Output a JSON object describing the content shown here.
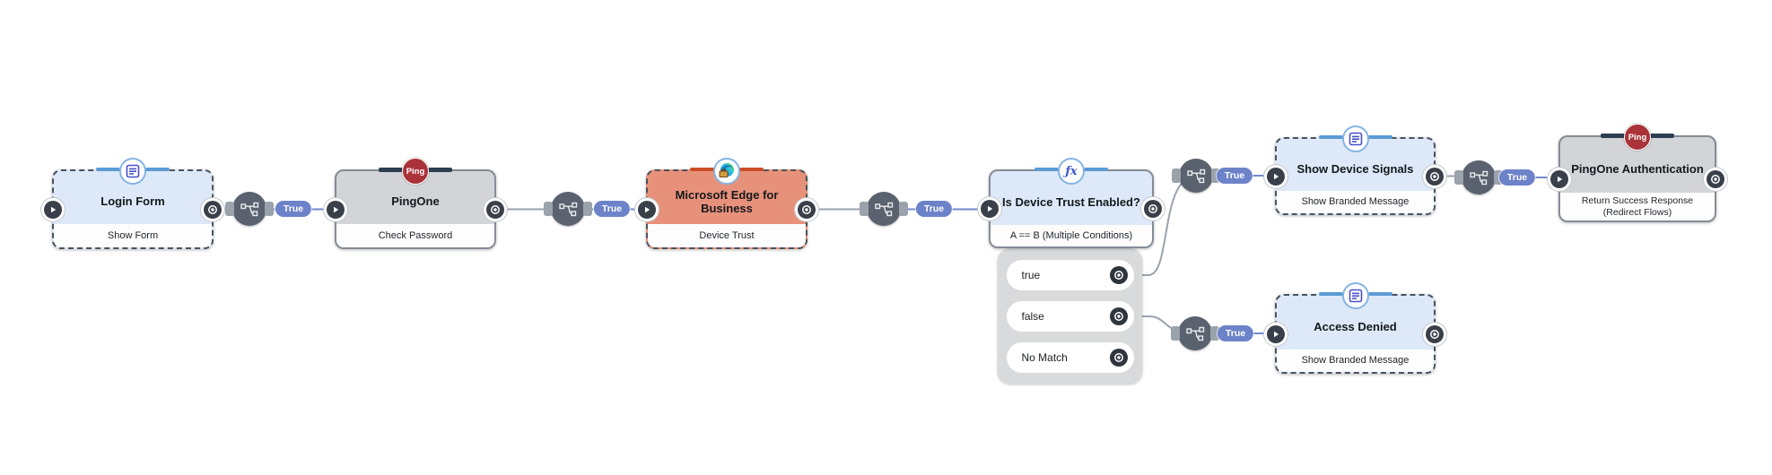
{
  "diagram": {
    "nodes": [
      {
        "title": "Login Form",
        "subtitle": "Show Form"
      },
      {
        "title": "PingOne",
        "subtitle": "Check Password",
        "icon_label": "Ping"
      },
      {
        "title": "Microsoft Edge for Business",
        "subtitle": "Device Trust"
      },
      {
        "title": "Is Device Trust Enabled?",
        "subtitle": "A == B (Multiple Conditions)",
        "icon_label": "ƒx"
      },
      {
        "title": "Show Device Signals",
        "subtitle": "Show Branded Message"
      },
      {
        "title": "PingOne Authentication",
        "subtitle": "Return Success Response (Redirect Flows)",
        "icon_label": "Ping"
      },
      {
        "title": "Access Denied",
        "subtitle": "Show Branded Message"
      }
    ],
    "condition_outputs": [
      "true",
      "false",
      "No Match"
    ],
    "edge_labels": [
      "True",
      "True",
      "True",
      "True",
      "True",
      "True"
    ],
    "colors": {
      "node_blue": "#dde9f8",
      "node_gray": "#d2d4d8",
      "node_salmon": "#e8917a",
      "edge_label_bg": "#6d83c9",
      "accent_blue": "#5b9bd5",
      "accent_navy": "#2c3e50",
      "accent_orange": "#cb4e27",
      "ping_red": "#a93338",
      "line_gray": "#9aa2ab",
      "line_blue": "#7288cc"
    }
  }
}
